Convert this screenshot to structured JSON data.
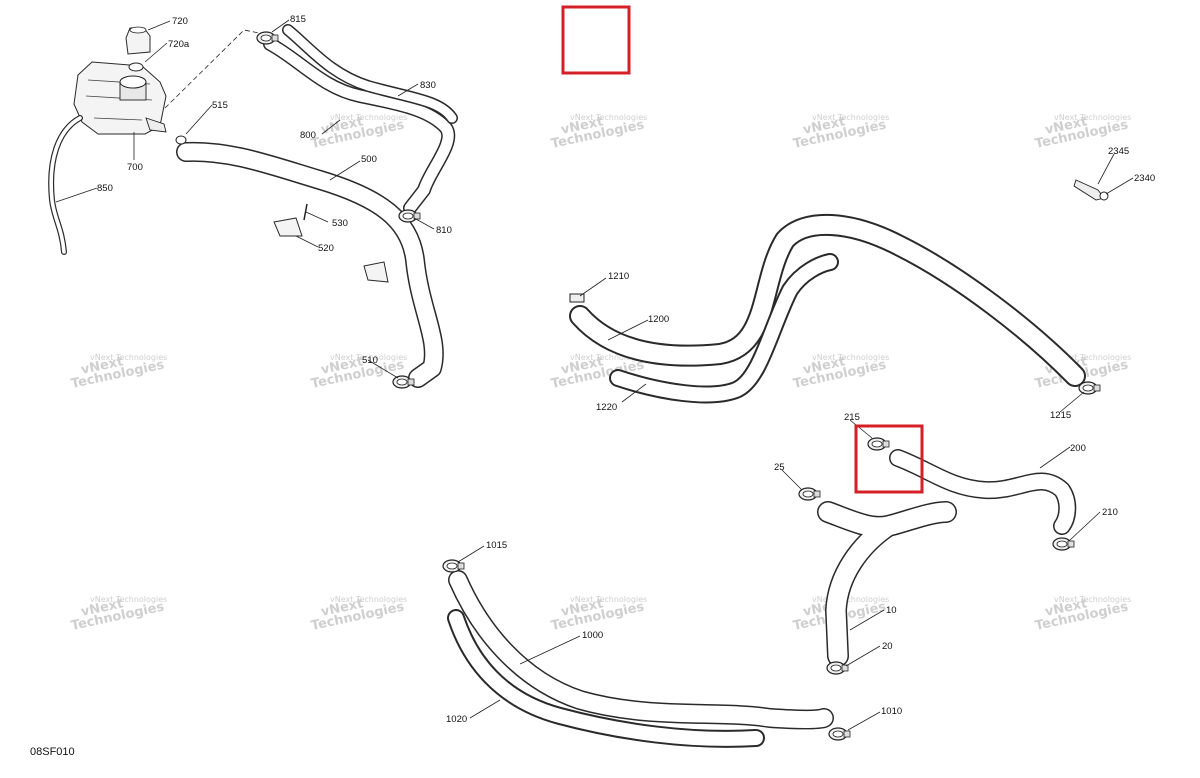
{
  "diagram": {
    "code": "08SF010",
    "watermark": {
      "line1": "vNext Technologies",
      "line2": "vNext Technologies"
    },
    "callouts": [
      {
        "id": "c720",
        "text": "720"
      },
      {
        "id": "c720a",
        "text": "720a"
      },
      {
        "id": "c815",
        "text": "815"
      },
      {
        "id": "c830",
        "text": "830"
      },
      {
        "id": "c515",
        "text": "515"
      },
      {
        "id": "c800",
        "text": "800"
      },
      {
        "id": "c700",
        "text": "700"
      },
      {
        "id": "c500",
        "text": "500"
      },
      {
        "id": "c850",
        "text": "850"
      },
      {
        "id": "c530",
        "text": "530"
      },
      {
        "id": "c810",
        "text": "810"
      },
      {
        "id": "c520",
        "text": "520"
      },
      {
        "id": "c510",
        "text": "510"
      },
      {
        "id": "c2345",
        "text": "2345"
      },
      {
        "id": "c2340",
        "text": "2340"
      },
      {
        "id": "c1210",
        "text": "1210"
      },
      {
        "id": "c1200",
        "text": "1200"
      },
      {
        "id": "c1220",
        "text": "1220"
      },
      {
        "id": "c1215",
        "text": "1215"
      },
      {
        "id": "c215",
        "text": "215"
      },
      {
        "id": "c200",
        "text": "200"
      },
      {
        "id": "c25",
        "text": "25"
      },
      {
        "id": "c210",
        "text": "210"
      },
      {
        "id": "c10",
        "text": "10"
      },
      {
        "id": "c20",
        "text": "20"
      },
      {
        "id": "c1015",
        "text": "1015"
      },
      {
        "id": "c1000",
        "text": "1000"
      },
      {
        "id": "c1020",
        "text": "1020"
      },
      {
        "id": "c1010",
        "text": "1010"
      }
    ],
    "highlight_color": "#d62027"
  }
}
